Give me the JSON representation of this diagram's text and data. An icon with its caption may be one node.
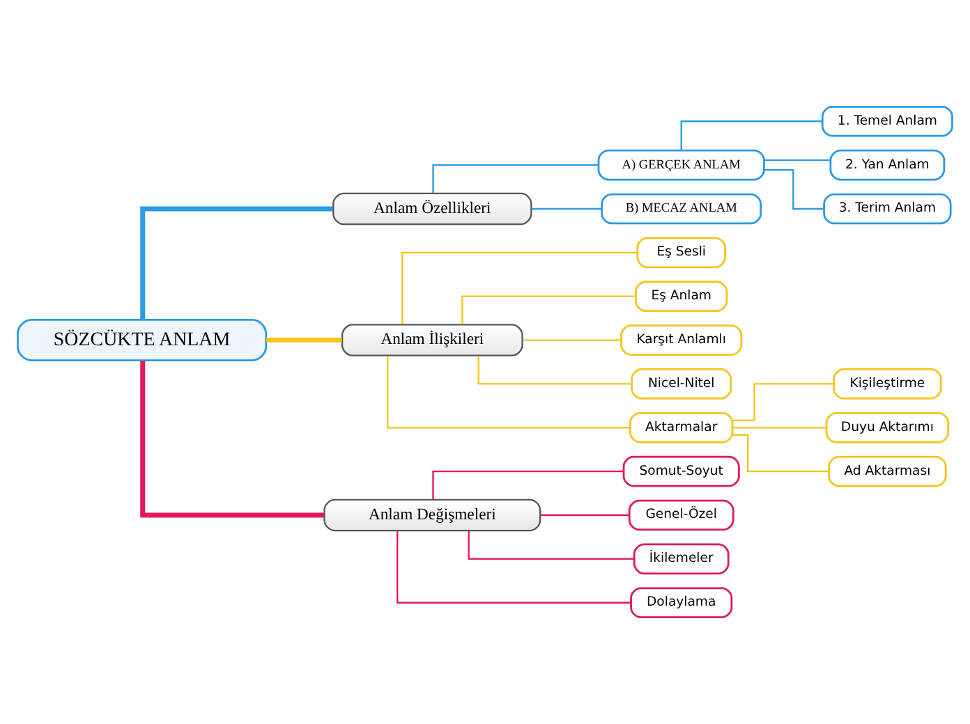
{
  "diagram": {
    "nodes": [
      {
        "text": [
          "SÖZCÜKTE ANLAM"
        ]
      },
      {
        "text": [
          "Anlam Özellikleri"
        ]
      },
      {
        "text": [
          "A) GERÇEK ANLAM"
        ]
      },
      {
        "text": [
          "1. Temel Anlam"
        ]
      },
      {
        "text": [
          "2. Yan Anlam"
        ]
      },
      {
        "text": [
          "3. Terim Anlam"
        ]
      },
      {
        "text": [
          "B) MECAZ ANLAM"
        ]
      },
      {
        "text": [
          "Anlam İlişkileri"
        ]
      },
      {
        "text": [
          "Eş Sesli"
        ]
      },
      {
        "text": [
          "Eş Anlam"
        ]
      },
      {
        "text": [
          "Karşıt Anlamlı"
        ]
      },
      {
        "text": [
          "Nicel-Nitel"
        ]
      },
      {
        "text": [
          "Aktarmalar"
        ]
      },
      {
        "text": [
          "Kişileştirme"
        ]
      },
      {
        "text": [
          "Duyu Aktarımı"
        ]
      },
      {
        "text": [
          "Ad Aktarması"
        ]
      },
      {
        "text": [
          "Anlam Değişmeleri"
        ]
      },
      {
        "text": [
          "Somut-Soyut"
        ]
      },
      {
        "text": [
          "Genel-Özel"
        ]
      },
      {
        "text": [
          "İkilemeler"
        ]
      },
      {
        "text": [
          "Dolaylama"
        ]
      }
    ],
    "edges": [
      {
        "from": 0,
        "to": 1,
        "arrow": "none",
        "style": "thick",
        "color": "#2b9ae3"
      },
      {
        "from": 1,
        "to": 2,
        "arrow": "none",
        "color": "#2b9ae3"
      },
      {
        "from": 2,
        "to": 3,
        "arrow": "none",
        "color": "#2b9ae3"
      },
      {
        "from": 2,
        "to": 4,
        "arrow": "none",
        "color": "#2b9ae3"
      },
      {
        "from": 2,
        "to": 5,
        "arrow": "none",
        "color": "#2b9ae3"
      },
      {
        "from": 1,
        "to": 6,
        "arrow": "none",
        "color": "#2b9ae3"
      },
      {
        "from": 0,
        "to": 7,
        "arrow": "none",
        "style": "thick"
      },
      {
        "from": 7,
        "to": 8,
        "arrow": "none"
      },
      {
        "from": 7,
        "to": 9,
        "arrow": "none"
      },
      {
        "from": 7,
        "to": 10,
        "arrow": "none"
      },
      {
        "from": 7,
        "to": 11,
        "arrow": "none"
      },
      {
        "from": 7,
        "to": 12,
        "arrow": "none"
      },
      {
        "from": 12,
        "to": 13,
        "arrow": "none"
      },
      {
        "from": 12,
        "to": 14,
        "arrow": "none"
      },
      {
        "from": 12,
        "to": 15,
        "arrow": "none"
      },
      {
        "from": 0,
        "to": 16,
        "arrow": "none",
        "style": "thick",
        "color": "#e0195a"
      },
      {
        "from": 16,
        "to": 17,
        "arrow": "none",
        "color": "#e0195a"
      },
      {
        "from": 16,
        "to": 18,
        "arrow": "none",
        "color": "#e0195a"
      },
      {
        "from": 16,
        "to": 19,
        "arrow": "none",
        "color": "#e0195a"
      },
      {
        "from": 16,
        "to": 20,
        "arrow": "none",
        "color": "#e0195a"
      }
    ]
  }
}
